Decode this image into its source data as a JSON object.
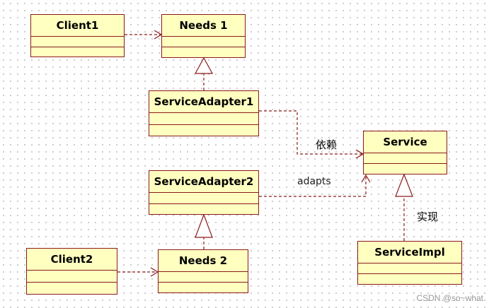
{
  "classes": {
    "client1": "Client1",
    "needs1": "Needs 1",
    "service_adapter1": "ServiceAdapter1",
    "service": "Service",
    "service_adapter2": "ServiceAdapter2",
    "client2": "Client2",
    "needs2": "Needs 2",
    "service_impl": "ServiceImpl"
  },
  "labels": {
    "dependency": "依赖",
    "adapts": "adapts",
    "realization": "实现"
  },
  "watermark": "CSDN @so~what",
  "colors": {
    "class_fill": "#ffffc0",
    "class_border": "#8b1a1a",
    "connector": "#8b1a1a"
  }
}
